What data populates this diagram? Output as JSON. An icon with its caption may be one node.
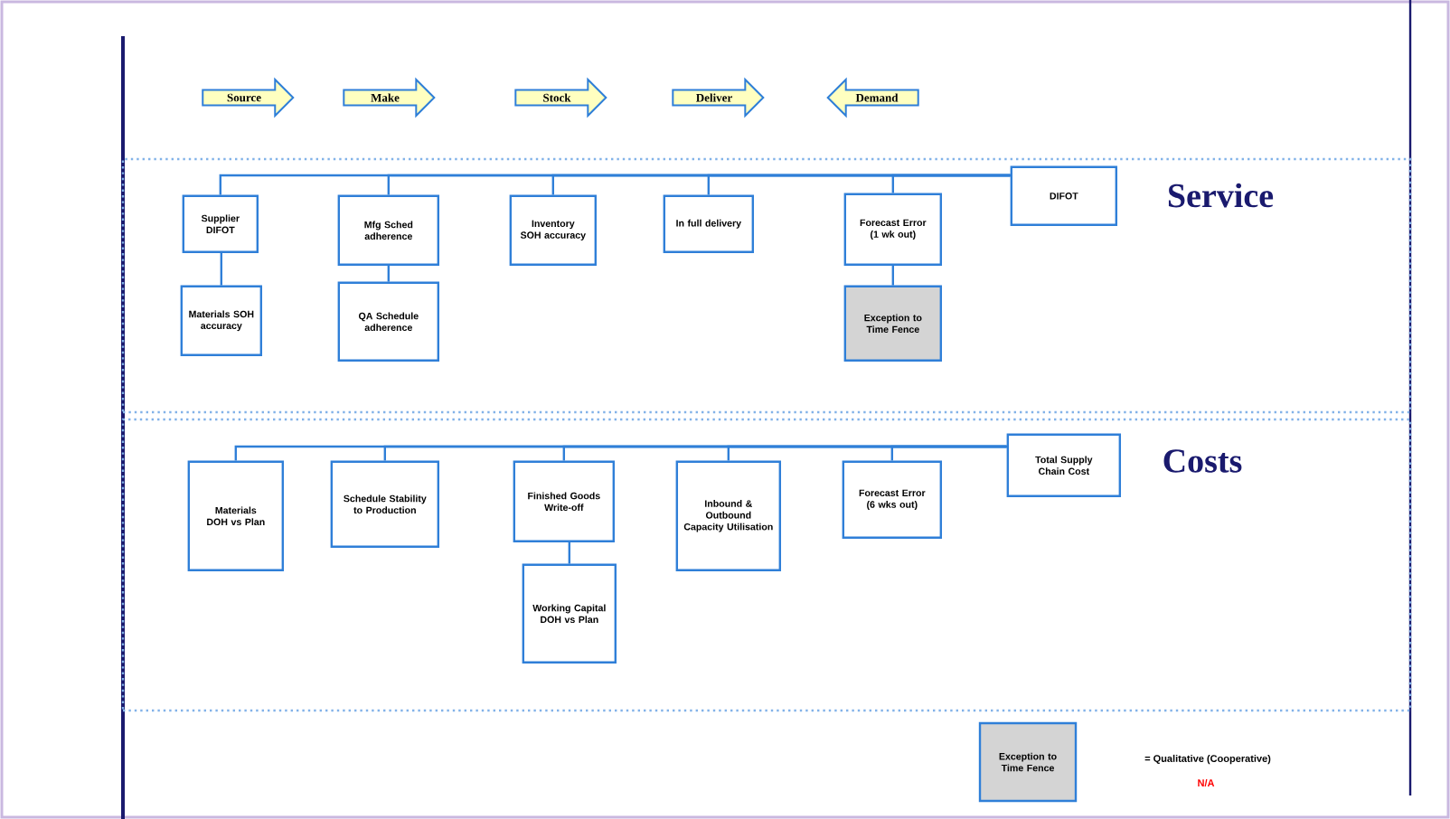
{
  "diagram": {
    "nodes": [
      {
        "text": [
          "Source"
        ]
      },
      {
        "text": [
          "Make"
        ]
      },
      {
        "text": [
          "Stock"
        ]
      },
      {
        "text": [
          "Deliver"
        ]
      },
      {
        "text": [
          "Demand"
        ]
      },
      {
        "text": [
          "Service"
        ]
      },
      {
        "text": [
          "Supplier DIFOT"
        ],
        "in": 5
      },
      {
        "text": [
          "Materials SOH accuracy"
        ],
        "in": 5
      },
      {
        "text": [
          "Mfg Sched adherence"
        ],
        "in": 5
      },
      {
        "text": [
          "QA Schedule adherence"
        ],
        "in": 5
      },
      {
        "text": [
          "Inventory SOH accuracy"
        ],
        "in": 5
      },
      {
        "text": [
          "In full delivery"
        ],
        "in": 5
      },
      {
        "text": [
          "Forecast Error (1 wk out)"
        ],
        "in": 5
      },
      {
        "text": [
          "Exception to Time Fence"
        ],
        "in": 5
      },
      {
        "text": [
          "DIFOT"
        ],
        "in": 5
      },
      {
        "text": [
          "Costs"
        ]
      },
      {
        "text": [
          "Materials DOH vs Plan"
        ],
        "in": 15
      },
      {
        "text": [
          "Schedule Stability to Production"
        ],
        "in": 15
      },
      {
        "text": [
          "Finished Goods Write-off"
        ],
        "in": 15
      },
      {
        "text": [
          "Working Capital DOH vs Plan"
        ],
        "in": 15
      },
      {
        "text": [
          "Inbound & Outbound Capacity Utilisation"
        ],
        "in": 15
      },
      {
        "text": [
          "Forecast Error (6 wks out)"
        ],
        "in": 15
      },
      {
        "text": [
          "Total Supply Chain Cost"
        ],
        "in": 15
      },
      {
        "text": [
          "Exception to Time Fence"
        ]
      }
    ],
    "edges": [
      {
        "from": 14,
        "to": 6,
        "arrow": "none"
      },
      {
        "from": 14,
        "to": 8,
        "arrow": "none"
      },
      {
        "from": 14,
        "to": 10,
        "arrow": "none"
      },
      {
        "from": 14,
        "to": 11,
        "arrow": "none"
      },
      {
        "from": 14,
        "to": 12,
        "arrow": "none"
      },
      {
        "from": 6,
        "to": 7,
        "arrow": "none"
      },
      {
        "from": 8,
        "to": 9,
        "arrow": "none"
      },
      {
        "from": 12,
        "to": 13,
        "arrow": "none"
      },
      {
        "from": 22,
        "to": 16,
        "arrow": "none"
      },
      {
        "from": 22,
        "to": 17,
        "arrow": "none"
      },
      {
        "from": 22,
        "to": 18,
        "arrow": "none"
      },
      {
        "from": 22,
        "to": 20,
        "arrow": "none"
      },
      {
        "from": 22,
        "to": 21,
        "arrow": "none"
      },
      {
        "from": 18,
        "to": 19,
        "arrow": "none"
      }
    ],
    "labels": [
      "= Qualitative (Cooperative)",
      "N/A"
    ]
  }
}
